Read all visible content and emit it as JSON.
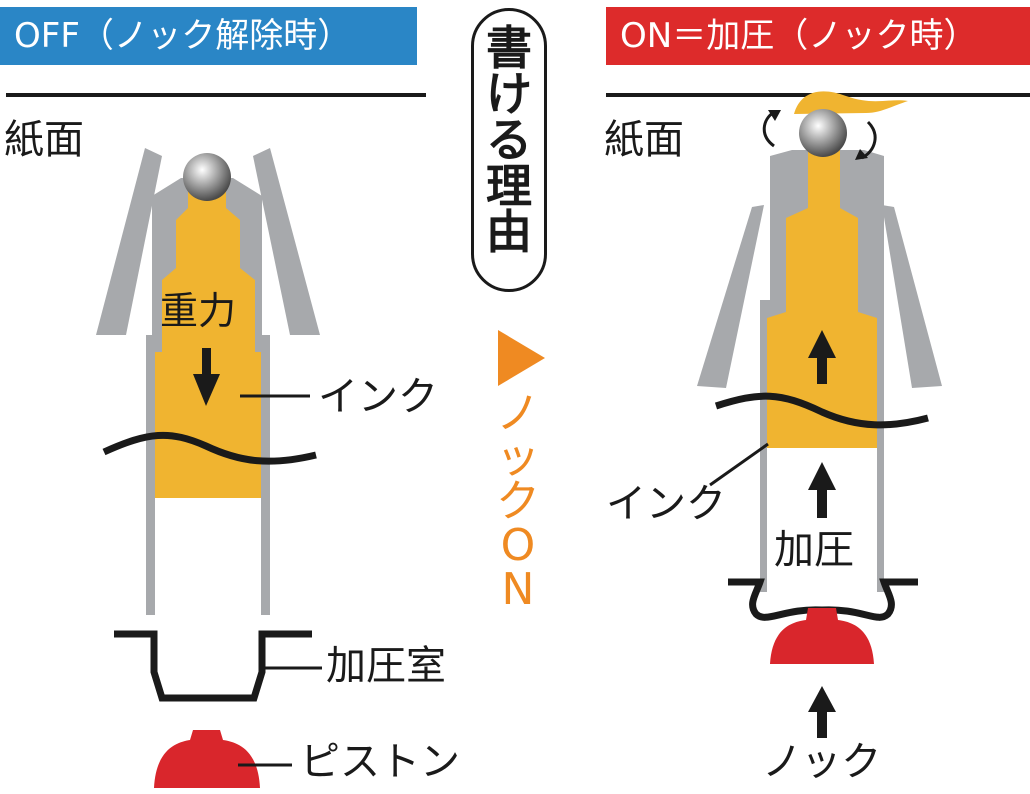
{
  "colors": {
    "off_banner": "#2a86c6",
    "on_banner": "#dd2b2b",
    "ink": "#f0b430",
    "barrel": "#a7a9ac",
    "piston": "#d9262c",
    "arrow_orange": "#ef8a22",
    "line": "#1a1a1a"
  },
  "left": {
    "banner": "OFF（ノック解除時）",
    "paper_label": "紙面",
    "gravity_label": "重力",
    "ink_label": "インク",
    "chamber_label": "加圧室",
    "piston_label": "ピストン"
  },
  "center": {
    "title_chars": [
      "書",
      "け",
      "る",
      "理",
      "由"
    ],
    "knock_on_chars": [
      "ノ",
      "ッ",
      "ク",
      "O",
      "N"
    ]
  },
  "right": {
    "banner": "ON＝加圧（ノック時）",
    "paper_label": "紙面",
    "ink_label": "インク",
    "pressure_label": "加圧",
    "knock_label": "ノック"
  },
  "icons": [
    "steel-ball-icon",
    "arrow-down-icon",
    "arrow-up-icon",
    "triangle-right-icon",
    "rotation-arrow-icon"
  ]
}
